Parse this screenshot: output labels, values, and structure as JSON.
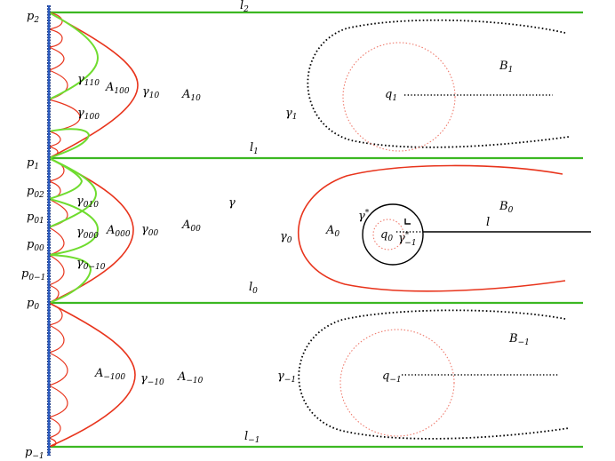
{
  "labels": {
    "p2": [
      "p",
      "2",
      ""
    ],
    "p1": [
      "p",
      "1",
      ""
    ],
    "p02": [
      "p",
      "02",
      ""
    ],
    "p01": [
      "p",
      "01",
      ""
    ],
    "p00": [
      "p",
      "00",
      ""
    ],
    "p0m1": [
      "p",
      "0−1",
      ""
    ],
    "p0": [
      "p",
      "0",
      ""
    ],
    "pm1": [
      "p",
      "−1",
      ""
    ],
    "l2": [
      "l",
      "2",
      ""
    ],
    "l1": [
      "l",
      "1",
      ""
    ],
    "l0": [
      "l",
      "0",
      ""
    ],
    "lm1": [
      "l",
      "−1",
      ""
    ],
    "l": [
      "l",
      "",
      ""
    ],
    "g110": [
      "γ",
      "110",
      ""
    ],
    "g100": [
      "γ",
      "100",
      ""
    ],
    "A100": [
      "A",
      "100",
      ""
    ],
    "g10": [
      "γ",
      "10",
      ""
    ],
    "A10": [
      "A",
      "10",
      ""
    ],
    "g1": [
      "γ",
      "1",
      ""
    ],
    "B1": [
      "B",
      "1",
      ""
    ],
    "q1": [
      "q",
      "1",
      ""
    ],
    "gamma": [
      "γ",
      "",
      ""
    ],
    "g010": [
      "γ",
      "010",
      ""
    ],
    "g000": [
      "γ",
      "000",
      ""
    ],
    "A000": [
      "A",
      "000",
      ""
    ],
    "g00": [
      "γ",
      "00",
      ""
    ],
    "A00": [
      "A",
      "00",
      ""
    ],
    "g0m10": [
      "γ",
      "0−10",
      ""
    ],
    "g0": [
      "γ",
      "0",
      ""
    ],
    "A0": [
      "A",
      "0",
      ""
    ],
    "gstar": [
      "γ",
      "",
      "*"
    ],
    "gstarm1": [
      "γ",
      "−1",
      "*"
    ],
    "q0": [
      "q",
      "0",
      ""
    ],
    "B0": [
      "B",
      "0",
      ""
    ],
    "Am100": [
      "A",
      "−100",
      ""
    ],
    "gm10": [
      "γ",
      "−10",
      ""
    ],
    "Am10": [
      "A",
      "−10",
      ""
    ],
    "gm1": [
      "γ",
      "−1",
      ""
    ],
    "qm1": [
      "q",
      "−1",
      ""
    ],
    "Bm1": [
      "B",
      "−1",
      ""
    ]
  }
}
